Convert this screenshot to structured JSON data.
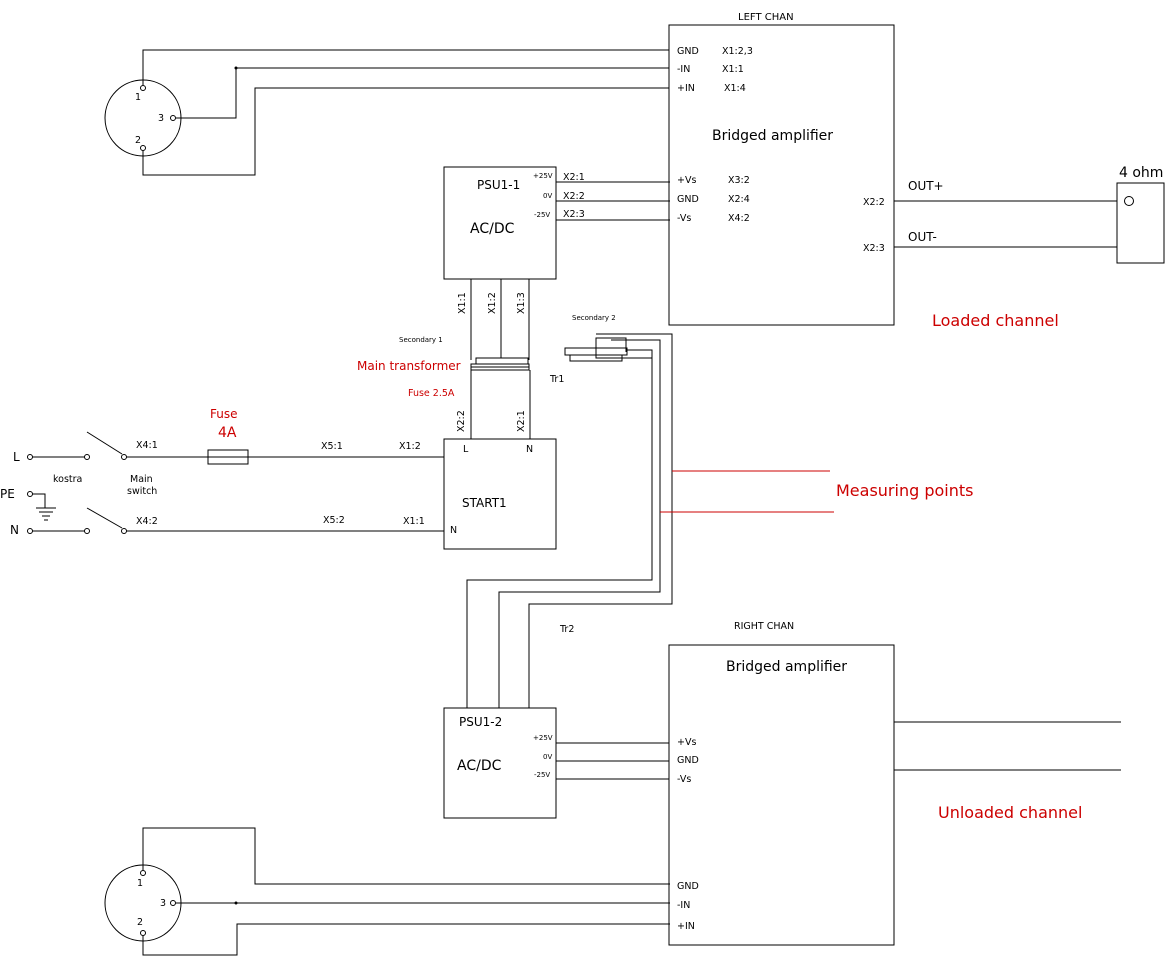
{
  "left_channel": {
    "title": "LEFT CHAN",
    "amp_title": "Bridged amplifier",
    "in_pins": [
      "GND",
      "-IN",
      "+IN"
    ],
    "in_nets": [
      "X1:2,3",
      "X1:1",
      "X1:4"
    ],
    "pwr_pins": [
      "+Vs",
      "GND",
      "-Vs"
    ],
    "pwr_nets": [
      "X3:2",
      "X2:4",
      "X4:2"
    ],
    "out_labels": [
      "OUT+",
      "OUT-"
    ],
    "out_nets": [
      "X2:2",
      "X2:3"
    ],
    "load_label": "4 ohm",
    "status": "Loaded channel"
  },
  "right_channel": {
    "title": "RIGHT CHAN",
    "amp_title": "Bridged amplifier",
    "pwr_pins": [
      "+Vs",
      "GND",
      "-Vs"
    ],
    "in_pins": [
      "GND",
      "-IN",
      "+IN"
    ],
    "status": "Unloaded channel"
  },
  "psu1": {
    "title": "PSU1-1",
    "type": "AC/DC",
    "rails": [
      "+25V",
      "0V",
      "-25V"
    ],
    "out_nets": [
      "X2:1",
      "X2:2",
      "X2:3"
    ],
    "in_nets": [
      "X1:1",
      "X1:2",
      "X1:3"
    ]
  },
  "psu2": {
    "title": "PSU1-2",
    "type": "AC/DC",
    "rails": [
      "+25V",
      "0V",
      "-25V"
    ]
  },
  "transformer": {
    "secondary1": "Secondary 1",
    "secondary2": "Secondary 2",
    "main_label": "Main transformer",
    "fuse_label": "Fuse 2.5A",
    "tr1": "Tr1",
    "tr2": "Tr2",
    "primary_nets": [
      "X2:2",
      "X2:1"
    ]
  },
  "start": {
    "title": "START1",
    "pin_l": "L",
    "pin_n_top": "N",
    "pin_n_bottom": "N",
    "in_nets": [
      "X1:2",
      "X1:1"
    ]
  },
  "mains": {
    "l": "L",
    "pe": "PE",
    "n": "N",
    "kostra": "kostra",
    "switch_label": [
      "Main",
      "switch"
    ],
    "switch_nets": [
      "X4:1",
      "X4:2"
    ],
    "line_nets": [
      "X5:1",
      "X5:2"
    ],
    "fuse_title": "Fuse",
    "fuse_value": "4A"
  },
  "connectors": {
    "top_pins": [
      "1",
      "2",
      "3"
    ],
    "bottom_pins": [
      "1",
      "2",
      "3"
    ]
  },
  "measuring": "Measuring points"
}
